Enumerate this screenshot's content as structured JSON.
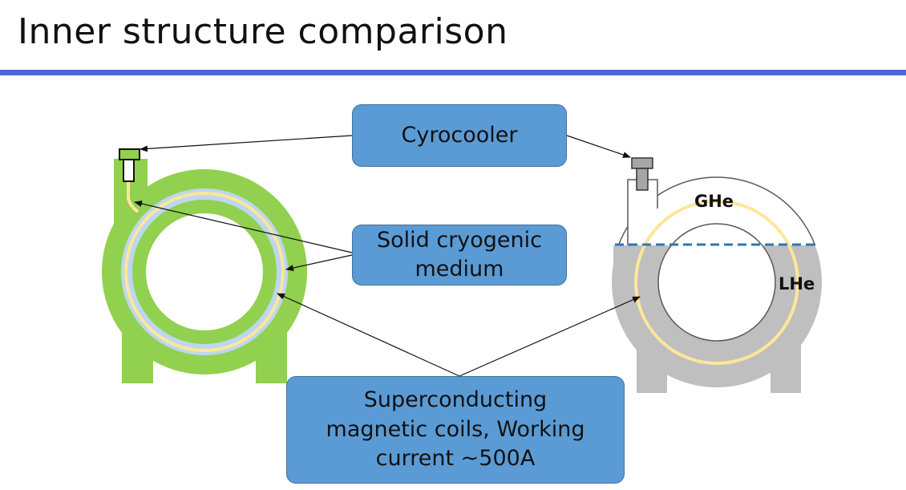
{
  "title": "Inner structure comparison",
  "callouts": {
    "cyrocooler": "Cyrocooler",
    "solid_medium": "Solid cryogenic\nmedium",
    "coils": "Superconducting\nmagnetic coils, Working\ncurrent ~500A"
  },
  "labels": {
    "ghe": "GHe",
    "lhe": "LHe"
  },
  "colors": {
    "accent_rule": "#4a67d6",
    "callout_fill": "#5b9bd5",
    "solid_green": "#92d050",
    "coil_yellow": "#ffe699",
    "light_blue": "#bdd7ee",
    "helium_gray": "#bfbfbf",
    "level_dash": "#2e75b6"
  }
}
